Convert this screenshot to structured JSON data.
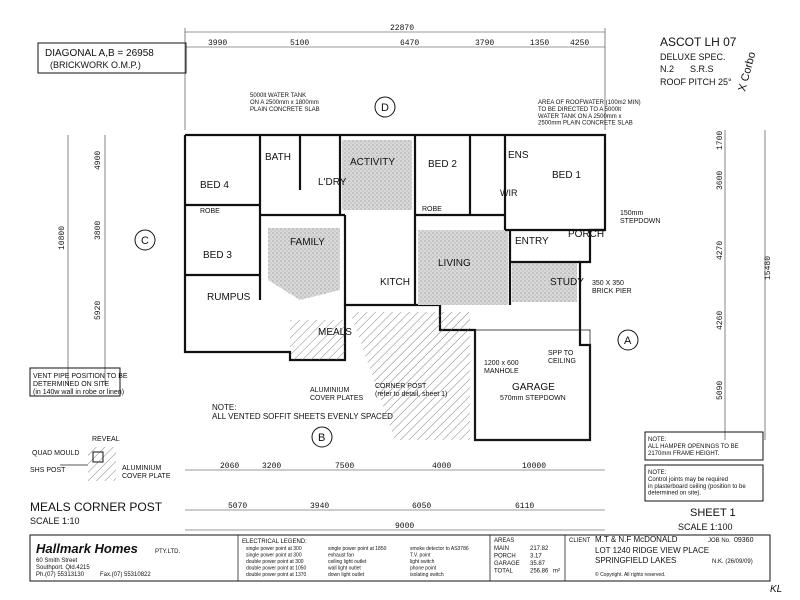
{
  "header": {
    "diagonal": "DIAGONAL A,B = 26958",
    "brickwork": "(BRICKWORK O.M.P.)",
    "model": "ASCOT LH 07",
    "spec": "DELUXE SPEC.",
    "n2": "N.2",
    "srs": "S.R.S",
    "pitch": "ROOF PITCH 25°",
    "handwriting": "X Corbo"
  },
  "rooms": {
    "bath": "BATH",
    "ldry": "L'DRY",
    "activity": "ACTIVITY",
    "bed2": "BED 2",
    "ens": "ENS",
    "bed1": "BED 1",
    "bed4": "BED 4",
    "robe1": "ROBE",
    "robe2": "ROBE",
    "wir": "WIR",
    "family": "FAMILY",
    "bed3": "BED 3",
    "kitch": "KITCH",
    "living": "LIVING",
    "entry": "ENTRY",
    "porch": "PORCH",
    "study": "STUDY",
    "rumpus": "RUMPUS",
    "meals": "MEALS",
    "garage": "GARAGE",
    "garage_step": "570mm STEPDOWN",
    "manhole": "1200 x 600\nMANHOLE",
    "spp": "SPP TO\nCEILING"
  },
  "markers": {
    "a": "A",
    "b": "B",
    "c": "C",
    "d": "D"
  },
  "dims": {
    "top_total": "22870",
    "top": [
      "3990",
      "5100",
      "6470",
      "3790",
      "1350",
      "4250"
    ],
    "bottom": [
      "2060",
      "3200",
      "7500",
      "4000",
      "10000"
    ],
    "bottom2": [
      "5070",
      "3940",
      "6050",
      "6110",
      "9000"
    ],
    "left": [
      "4900",
      "3800",
      "5920"
    ],
    "right": [
      "1700",
      "3600",
      "4270",
      "4260",
      "5090"
    ],
    "right_total": "15480",
    "left_total": "10800"
  },
  "notes": {
    "vent_pipe": "VENT PIPE POSITION TO BE\nDETERMINED ON SITE\n(in 140w wall in robe or linen)",
    "note_soffit": "NOTE:\nALL VENTED SOFFIT SHEETS EVENLY SPACED",
    "corner_post": "CORNER POST\n(refer to detail, sheet 1)",
    "aluminium": "ALUMINIUM\nCOVER PLATES",
    "note_box": "NOTE:\nALL HAMPER OPENINGS TO BE\n2170mm FRAME HEIGHT.",
    "note_box2": "NOTE:\nControl joints may be required\nin plasterboard ceiling (position to be\ndetermined on site).",
    "water_tank": "5000lt WATER TANK\nON A 2500mm x 1800mm\nPLAIN CONCRETE SLAB",
    "roof_water": "AREA OF ROOFWATER (100m2 MIN)\nTO BE DIRECTED TO A 5000lt\nWATER TANK ON A 2500mm x\n2500mm PLAIN CONCRETE SLAB",
    "stepdown": "150mm\nSTEPDOWN",
    "brick_pier": "350 X 350\nBRICK PIER"
  },
  "detail": {
    "title": "MEALS CORNER POST",
    "scale": "SCALE 1:10",
    "reveal": "REVEAL",
    "quad": "QUAD MOULD",
    "shs": "SHS POST",
    "cover": "ALUMINIUM\nCOVER PLATE"
  },
  "sheet": {
    "title": "SHEET 1",
    "scale": "SCALE 1:100"
  },
  "titleblock": {
    "company": "Hallmark Homes",
    "ptyltd": "PTY.LTD.",
    "address": "60 Smith Street\nSouthport. Qld.4215",
    "phone": "Ph.(07) 55313130",
    "fax": "Fax.(07) 55310822",
    "legend_title": "ELECTRICAL LEGEND:",
    "legend": [
      "single power point at 300",
      "single power point at 300",
      "double power point at 300",
      "double power point at 1050",
      "double power point at 1370",
      "single power point at 1850",
      "exhaust fan",
      "ceiling light outlet",
      "wall light outlet",
      "down light outlet",
      "smoke detector to AS3786",
      "T.V. point",
      "light switch",
      "phone point",
      "isolating switch"
    ],
    "areas_title": "AREAS",
    "areas": [
      {
        "label": "MAIN",
        "value": "217.82"
      },
      {
        "label": "PORCH",
        "value": "3.17"
      },
      {
        "label": "GARAGE",
        "value": "35.87"
      },
      {
        "label": "TOTAL",
        "value": "256.86"
      }
    ],
    "unit": "m²",
    "client_label": "CLIENT",
    "client": "M.T & N.F McDONALD",
    "lot": "LOT 1240 RIDGE VIEW PLACE",
    "suburb": "SPRINGFIELD LAKES",
    "job_label": "JOB No.",
    "job": "09360",
    "nk": "N.K. (26/09/09)",
    "copyright": "© Copyright. All rights reserved."
  },
  "corner_initials": "KL"
}
